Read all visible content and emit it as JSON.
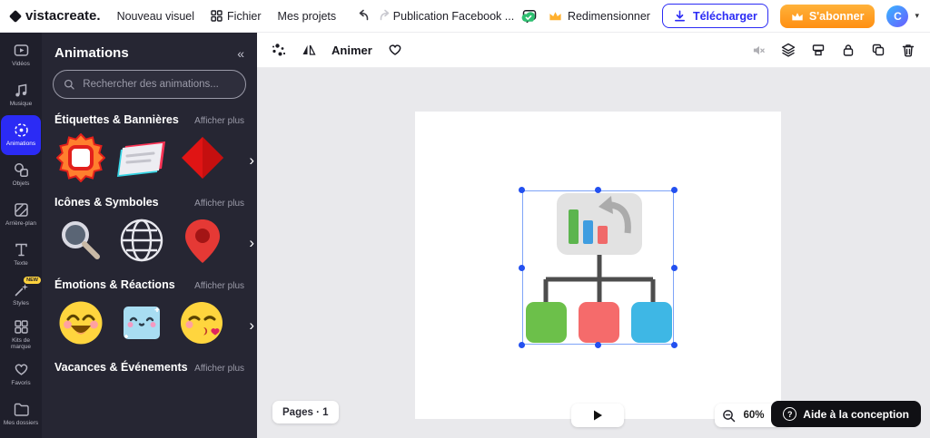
{
  "icons": {
    "collapse_chevrons": "«",
    "row_chevron": "›",
    "caret_down": "▾",
    "help_glyph": "?"
  },
  "topbar": {
    "logo_text": "vistacreate.",
    "nav": [
      {
        "label": "Nouveau visuel"
      },
      {
        "label": "Fichier"
      },
      {
        "label": "Mes projets"
      }
    ],
    "doc_title": "Publication Facebook ...",
    "resize_label": "Redimensionner",
    "download_label": "Télécharger",
    "subscribe_label": "S'abonner",
    "avatar_initial": "C"
  },
  "rail": {
    "items": [
      {
        "label": "Vidéos"
      },
      {
        "label": "Musique"
      },
      {
        "label": "Animations"
      },
      {
        "label": "Objets"
      },
      {
        "label": "Arrière-plan"
      },
      {
        "label": "Texte"
      },
      {
        "label": "Styles",
        "badge": "NEW"
      },
      {
        "label": "Kits de marque"
      },
      {
        "label": "Favoris"
      },
      {
        "label": "Mes dossiers"
      }
    ]
  },
  "panel": {
    "title": "Animations",
    "search_placeholder": "Rechercher des animations...",
    "sections": [
      {
        "title": "Étiquettes & Bannières",
        "more": "Afficher plus"
      },
      {
        "title": "Icônes & Symboles",
        "more": "Afficher plus"
      },
      {
        "title": "Émotions & Réactions",
        "more": "Afficher plus"
      },
      {
        "title": "Vacances & Événements",
        "more": "Afficher plus"
      }
    ]
  },
  "toolbar": {
    "animer_label": "Animer"
  },
  "canvas": {
    "pages_label": "Pages · 1",
    "zoom_level": "60%",
    "help_label": "Aide à la conception"
  },
  "colors": {
    "accent_blue": "#2b2bf5",
    "subscribe_orange": "#ff9512",
    "rail_bg": "#1f1f2b",
    "panel_bg": "#262633",
    "selection_blue": "#2350f0",
    "shape_green": "#6cc04a",
    "shape_red": "#f56b6b",
    "shape_blue": "#3eb7e5"
  }
}
